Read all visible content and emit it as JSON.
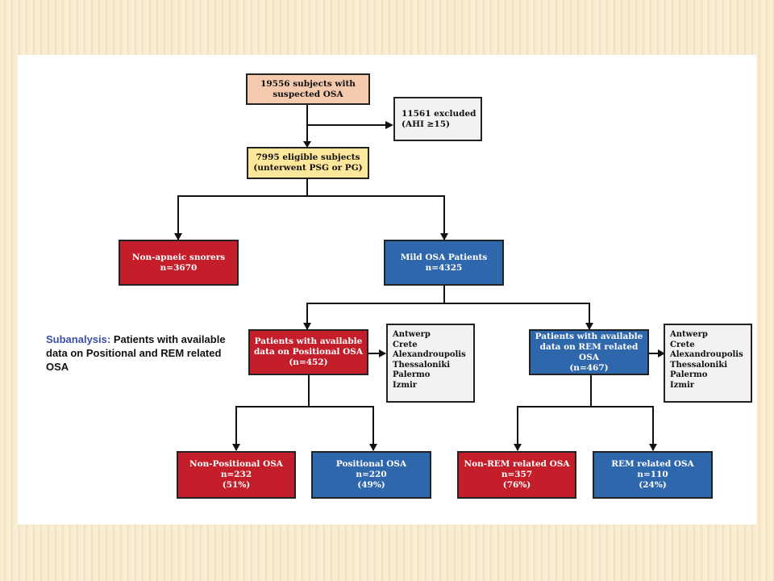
{
  "flow": {
    "screened": {
      "line1": "19556 subjects with",
      "line2": "suspected OSA"
    },
    "excluded": {
      "line1": "11561 excluded",
      "line2": "(AHI ≥15)"
    },
    "eligible": {
      "line1": "7995 eligible subjects",
      "line2": "(unterwent PSG or PG)"
    },
    "non_apneic": {
      "line1": "Non-apneic snorers",
      "line2": "n=3670"
    },
    "mild_osa": {
      "line1": "Mild OSA Patients",
      "line2": "n=4325"
    },
    "positional_data": {
      "line1": "Patients with available",
      "line2": "data on Positional OSA",
      "line3": "(n=452)"
    },
    "rem_data": {
      "line1": "Patients with available",
      "line2": "data on REM related OSA",
      "line3": "(n=467)"
    },
    "centers_left": [
      "Antwerp",
      "Crete",
      "Alexandroupolis",
      "Thessaloniki",
      "Palermo",
      "Izmir"
    ],
    "centers_right": [
      "Antwerp",
      "Crete",
      "Alexandroupolis",
      "Thessaloniki",
      "Palermo",
      "Izmir"
    ],
    "non_positional": {
      "line1": "Non-Positional OSA",
      "line2": "n=232",
      "line3": "(51%)"
    },
    "positional": {
      "line1": "Positional  OSA",
      "line2": "n=220",
      "line3": "(49%)"
    },
    "non_rem": {
      "line1": "Non-REM related OSA",
      "line2": "n=357",
      "line3": "(76%)"
    },
    "rem": {
      "line1": "REM related OSA",
      "line2": "n=110",
      "line3": "(24%)"
    }
  },
  "subanalysis": {
    "label": "Subanalysis:",
    "text": "Patients with available data on Positional and REM related OSA"
  },
  "colors": {
    "red": "#c41e2b",
    "blue": "#2f67ad",
    "peach": "#f4c9ae",
    "yellow": "#fde79a",
    "grey": "#f2f2f2"
  }
}
